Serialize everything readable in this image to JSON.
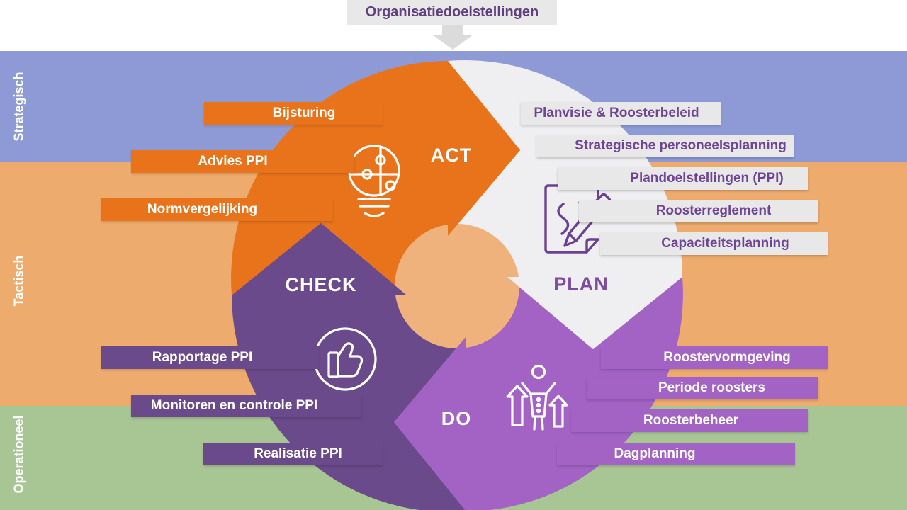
{
  "title": {
    "text": "Organisatiedoelstellingen"
  },
  "bands": [
    {
      "label": "Strategisch",
      "color": "#8E9AD6"
    },
    {
      "label": "Tactisch",
      "color": "#EDAB6E"
    },
    {
      "label": "Operationeel",
      "color": "#A8C694"
    }
  ],
  "cycle": {
    "act": {
      "label": "ACT",
      "color": "#E8731B",
      "icon": "lightbulb-puzzle-icon"
    },
    "plan": {
      "label": "PLAN",
      "color": "#EFEEF0",
      "icon": "document-pencil-icon"
    },
    "do": {
      "label": "DO",
      "color": "#A263C5",
      "icon": "person-progress-icon"
    },
    "check": {
      "label": "CHECK",
      "color": "#6A4A8B",
      "icon": "thumbs-up-icon"
    },
    "center_color": "#F0B27C"
  },
  "act_items": [
    "Bijsturing",
    "Advies PPI",
    "Normvergelijking"
  ],
  "plan_items": [
    "Planvisie & Roosterbeleid",
    "Strategische personeelsplanning",
    "Plandoelstellingen (PPI)",
    "Roosterreglement",
    "Capaciteitsplanning"
  ],
  "do_items": [
    "Roostervormgeving",
    "Periode roosters",
    "Roosterbeheer",
    "Dagplanning"
  ],
  "check_items": [
    "Rapportage PPI",
    "Monitoren en controle PPI",
    "Realisatie PPI"
  ]
}
